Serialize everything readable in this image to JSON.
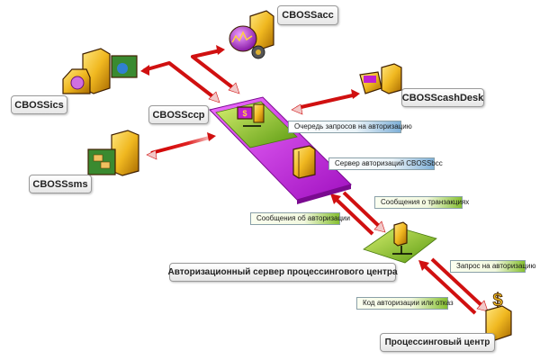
{
  "nodes": {
    "acc": "CBOSSacc",
    "ics": "CBOSSics",
    "ccp": "CBOSSccp",
    "cashdesk": "CBOSScashDesk",
    "sms": "CBOSSsms",
    "auth_server": "Авторизационный сервер процессингового центра",
    "processing_center": "Процессинговый центр"
  },
  "callouts": {
    "queue": "Очередь запросов на авторизацию",
    "bcc_server": "Сервер авторизаций CBOSSbcc",
    "transactions_msg": "Сообщения о транзакциях",
    "auth_msg": "Сообщения об авторизации",
    "auth_request": "Запрос на авторизацию",
    "auth_code": "Код авторизации или отказ"
  },
  "colors": {
    "arrow": "#cc1111",
    "platform_purple": "#c21ad8",
    "platform_green": "#9ccc22",
    "server_gold": "#e8b020"
  }
}
